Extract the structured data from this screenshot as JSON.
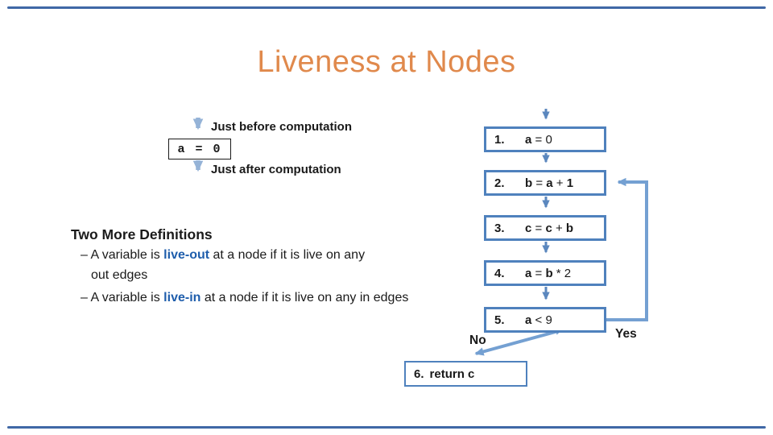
{
  "slide": {
    "title": "Liveness at Nodes"
  },
  "annotation": {
    "before_label": "Just before computation",
    "code_box": "a = 0",
    "after_label": "Just after computation"
  },
  "definitions": {
    "heading": "Two More Definitions",
    "bullet1": [
      {
        "t": "– A variable is ",
        "s": "n"
      },
      {
        "t": "live-out",
        "s": "em"
      },
      {
        "t": " at a node if it is live on any",
        "s": "n"
      }
    ],
    "bullet1_cont": "out edges",
    "bullet2": [
      {
        "t": "–  A variable is ",
        "s": "n"
      },
      {
        "t": "live-in",
        "s": "em"
      },
      {
        "t": " at a node if it is live on any in edges",
        "s": "n"
      }
    ]
  },
  "flowchart": {
    "boxes": [
      {
        "num": "1.",
        "expr": [
          {
            "t": "a",
            "s": "b"
          },
          {
            "t": " = 0",
            "s": "n"
          }
        ]
      },
      {
        "num": "2.",
        "expr": [
          {
            "t": "b",
            "s": "b"
          },
          {
            "t": " = ",
            "s": "n"
          },
          {
            "t": "a",
            "s": "b"
          },
          {
            "t": " + ",
            "s": "n"
          },
          {
            "t": "1",
            "s": "b"
          }
        ]
      },
      {
        "num": "3.",
        "expr": [
          {
            "t": "c",
            "s": "b"
          },
          {
            "t": " = ",
            "s": "n"
          },
          {
            "t": "c",
            "s": "b"
          },
          {
            "t": " + ",
            "s": "n"
          },
          {
            "t": "b",
            "s": "b"
          }
        ]
      },
      {
        "num": "4.",
        "expr": [
          {
            "t": "a",
            "s": "b"
          },
          {
            "t": " = ",
            "s": "n"
          },
          {
            "t": "b",
            "s": "b"
          },
          {
            "t": " * 2",
            "s": "n"
          }
        ]
      },
      {
        "num": "5.",
        "expr": [
          {
            "t": "a",
            "s": "b"
          },
          {
            "t": " < 9",
            "s": "n"
          }
        ]
      },
      {
        "num": "6.",
        "expr": [
          {
            "t": "return c",
            "s": "n"
          }
        ]
      }
    ],
    "yes_label": "Yes",
    "no_label": "No"
  },
  "colors": {
    "title": "#E0894C",
    "accent_line": "#4068A6",
    "box_border": "#4F81BD",
    "arrow_mid": "#5B87BE",
    "arrow_loop": "#74A0D2",
    "arrow_light": "#95B3D7",
    "em_blue": "#1F5EAC",
    "text": "#1A1A1A"
  }
}
